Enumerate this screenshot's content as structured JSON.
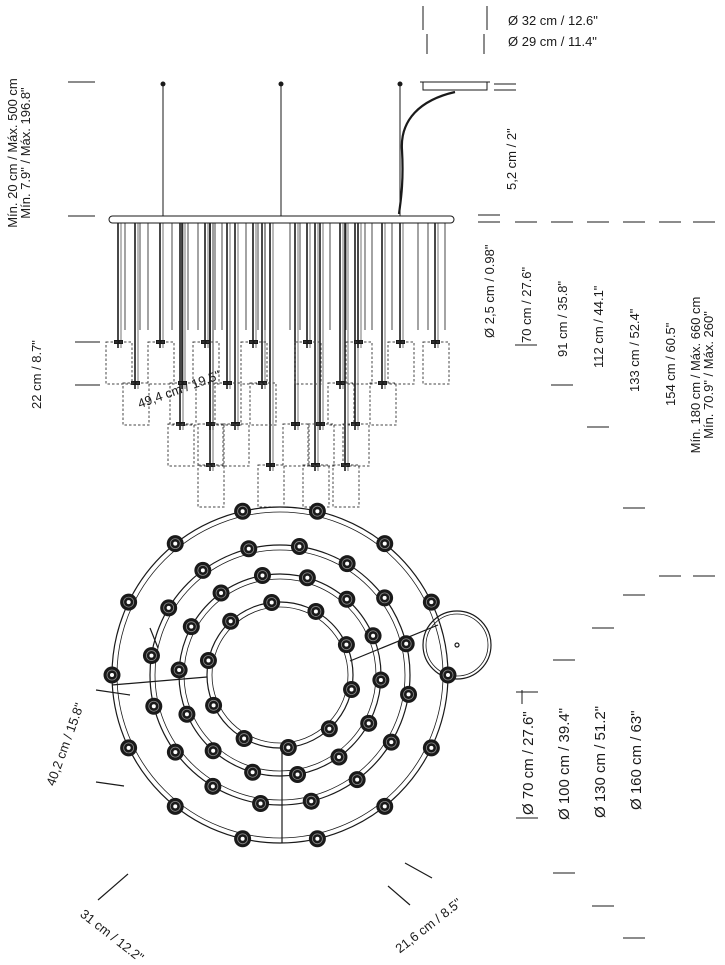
{
  "elevation": {
    "canopy_diameters": [
      "Ø 32 cm / 12.6\"",
      "Ø 29 cm / 11.4\""
    ],
    "canopy_height": "5,2 cm / 2\"",
    "cable_length_line1": "Mín. 20 cm / Máx. 500 cm",
    "cable_length_line2": "Mín. 7.9\" / Máx. 196.8\"",
    "ring_tube_diameter": "Ø 2,5 cm / 0.98\"",
    "shade_height": "22 cm / 8.7\"",
    "tier_heights": [
      "70 cm / 27.6\"",
      "91 cm / 35.8\"",
      "112 cm / 44.1\"",
      "133 cm / 52.4\"",
      "154 cm / 60.5\""
    ],
    "total_height_line1": "Mín. 180 cm / Máx. 660 cm",
    "total_height_line2": "Mín. 70.9\" / Máx. 260\""
  },
  "plan": {
    "spacing_ring4": "49,4 cm / 19.5\"",
    "spacing_ring3": "40,2 cm / 15.8\"",
    "spacing_ring2": "31 cm / 12.2\"",
    "spacing_ring1": "21,6 cm / 8.5\"",
    "ring_diameters": [
      "Ø 70 cm / 27.6\"",
      "Ø 100 cm / 39.4\"",
      "Ø 130 cm / 51.2\"",
      "Ø 160 cm / 63\""
    ]
  }
}
